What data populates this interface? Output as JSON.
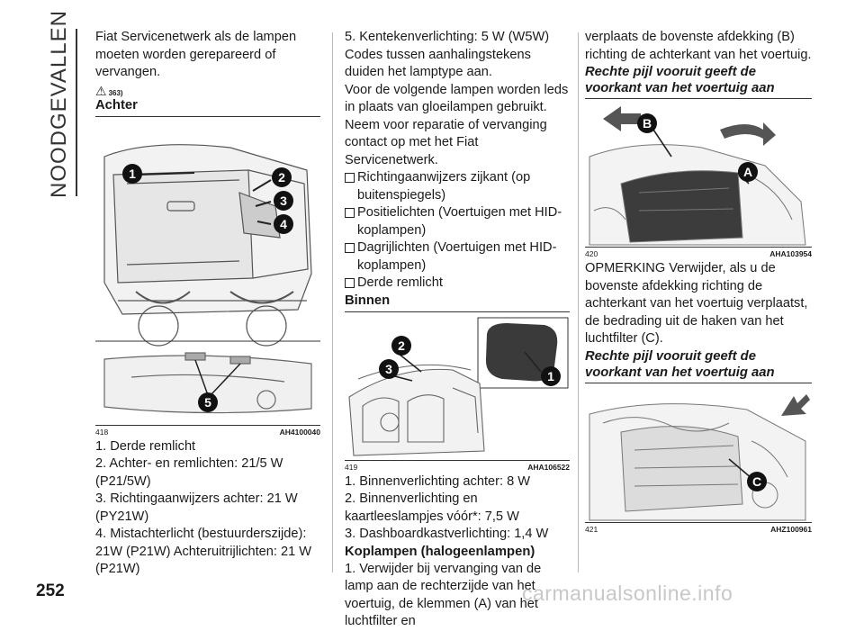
{
  "side_tab": "NOODGEVALLEN",
  "page_number": "252",
  "watermark": "carmanualsonline.info",
  "col1": {
    "intro": "Fiat Servicenetwerk als de lampen moeten worden gerepareerd of vervangen.",
    "warning_ref": "363)",
    "heading": "Achter",
    "figure": {
      "number": "418",
      "code": "AH4100040",
      "callouts": [
        "1",
        "2",
        "3",
        "4",
        "5"
      ]
    },
    "items": [
      "1. Derde remlicht",
      "2. Achter- en remlichten: 21/5 W (P21/5W)",
      "3. Richtingaanwijzers achter: 21 W (PY21W)",
      "4. Mistachterlicht (bestuurderszijde): 21W (P21W) Achteruitrijlichten: 21 W (P21W)"
    ]
  },
  "col2": {
    "para1": "5. Kentekenverlichting: 5 W (W5W) Codes tussen aanhalingstekens duiden het lamptype aan.",
    "para2": "Voor de volgende lampen worden leds in plaats van gloeilampen gebruikt. Neem voor reparatie of vervanging contact op met het Fiat Servicenetwerk.",
    "bullets": [
      "Richtingaanwijzers zijkant (op buitenspiegels)",
      "Positielichten (Voertuigen met HID-koplampen)",
      "Dagrijlichten (Voertuigen met HID-koplampen)",
      "Derde remlicht"
    ],
    "heading": "Binnen",
    "figure": {
      "number": "419",
      "code": "AHA106522",
      "callouts": [
        "1",
        "2",
        "3"
      ]
    },
    "items": [
      "1. Binnenverlichting achter: 8 W",
      "2. Binnenverlichting en kaartleeslampjes vóór*: 7,5 W",
      "3. Dashboardkastverlichting: 1,4 W"
    ],
    "heading2": "Koplampen (halogeenlampen)",
    "para3": "1. Verwijder bij vervanging van de lamp aan de rechterzijde van het voertuig, de klemmen (A) van het luchtfilter en"
  },
  "col3": {
    "para1": "verplaats de bovenste afdekking (B) richting de achterkant van het voertuig.",
    "heading1": "Rechte pijl vooruit geeft de voorkant van het voertuig aan",
    "figure1": {
      "number": "420",
      "code": "AHA103954",
      "callouts": [
        "A",
        "B"
      ]
    },
    "para2": "OPMERKING Verwijder, als u de bovenste afdekking richting de achterkant van het voertuig verplaatst, de bedrading uit de haken van het luchtfilter (C).",
    "heading2": "Rechte pijl vooruit geeft de voorkant van het voertuig aan",
    "figure2": {
      "number": "421",
      "code": "AHZ100961",
      "callouts": [
        "C"
      ]
    }
  }
}
